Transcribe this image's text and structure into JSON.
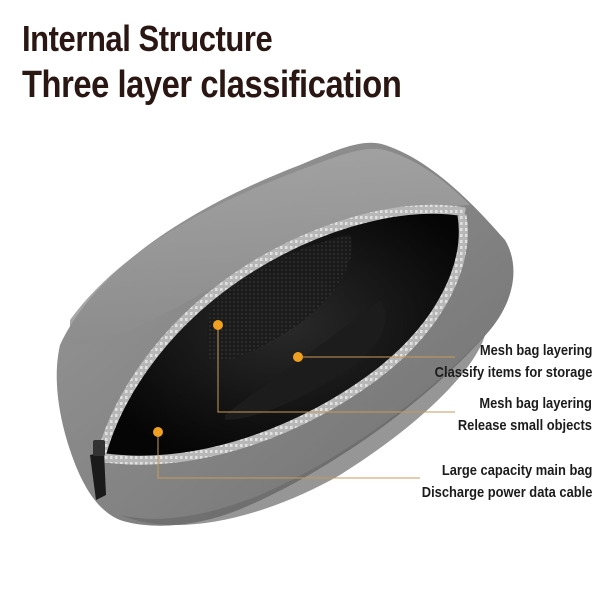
{
  "heading": {
    "line1": "Internal Structure",
    "line2": "Three layer classification"
  },
  "colors": {
    "title": "#2a1612",
    "bag_fabric": "#8a8a8a",
    "interior": "#101010",
    "callout": "#f0a020"
  },
  "callouts": [
    {
      "line1": "Mesh bag layering",
      "line2": "Classify items for storage"
    },
    {
      "line1": "Mesh bag layering",
      "line2": "Release small objects"
    },
    {
      "line1": "Large capacity main bag",
      "line2": "Discharge power data cable"
    }
  ]
}
